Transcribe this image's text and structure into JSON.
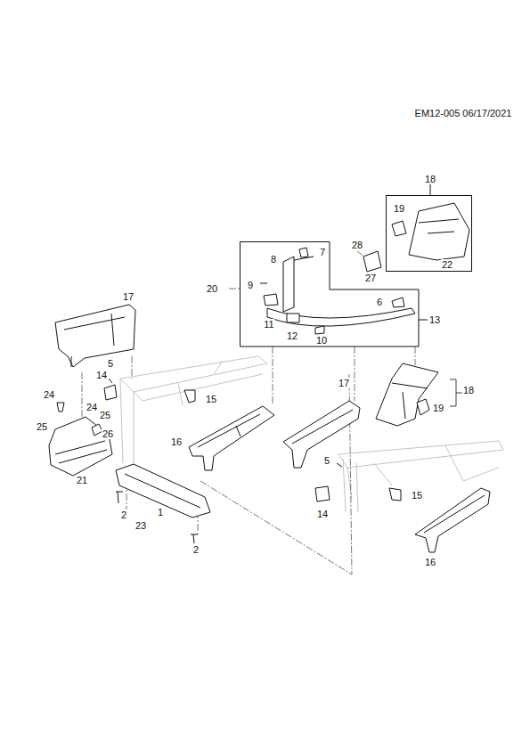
{
  "diagram": {
    "nodes": [
      {
        "text": [
          "18",
          "19",
          "22"
        ]
      },
      {
        "text": [
          "8",
          "7",
          "9",
          "6",
          "11",
          "12",
          "10",
          "13"
        ]
      }
    ],
    "edges": [],
    "labels": [
      "EM12-005 06/17/2021",
      "17",
      "5",
      "14",
      "24",
      "15",
      "24",
      "25",
      "25",
      "26",
      "21",
      "16",
      "2",
      "23",
      "1",
      "2",
      "17",
      "5",
      "18",
      "19",
      "14",
      "15",
      "16",
      "20",
      "28",
      "27"
    ]
  }
}
